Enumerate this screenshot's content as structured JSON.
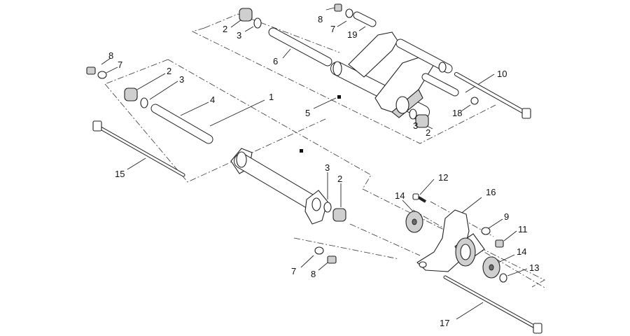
{
  "diagram": {
    "callouts": {
      "p1": "1",
      "p2a": "2",
      "p2b": "2",
      "p2c": "2",
      "p2d": "2",
      "p3a": "3",
      "p3b": "3",
      "p3c": "3",
      "p3d": "3",
      "p4": "4",
      "p5": "5",
      "p6": "6",
      "p7a": "7",
      "p7b": "7",
      "p7c": "7",
      "p8a": "8",
      "p8b": "8",
      "p8c": "8",
      "p9": "9",
      "p10": "10",
      "p11": "11",
      "p12": "12",
      "p13": "13",
      "p14a": "14",
      "p14b": "14",
      "p15": "15",
      "p16": "16",
      "p17": "17",
      "p18": "18",
      "p19": "19"
    }
  }
}
